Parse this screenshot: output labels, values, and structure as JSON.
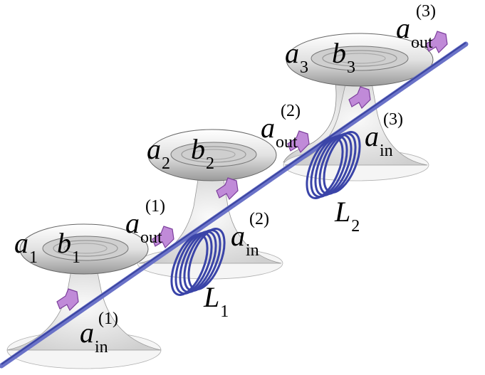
{
  "diagram": {
    "resonators": [
      {
        "mode_a": "a",
        "mode_a_index": "1",
        "mode_b": "b",
        "mode_b_index": "1",
        "input": {
          "symbol": "a",
          "sub": "in",
          "sup": "(1)"
        },
        "output": {
          "symbol": "a",
          "sub": "out",
          "sup": "(1)"
        }
      },
      {
        "mode_a": "a",
        "mode_a_index": "2",
        "mode_b": "b",
        "mode_b_index": "2",
        "input": {
          "symbol": "a",
          "sub": "in",
          "sup": "(2)"
        },
        "output": {
          "symbol": "a",
          "sub": "out",
          "sup": "(2)"
        }
      },
      {
        "mode_a": "a",
        "mode_a_index": "3",
        "mode_b": "b",
        "mode_b_index": "3",
        "input": {
          "symbol": "a",
          "sub": "in",
          "sup": "(3)"
        },
        "output": {
          "symbol": "a",
          "sub": "out",
          "sup": "(3)"
        }
      }
    ],
    "couplers": [
      {
        "symbol": "L",
        "index": "1"
      },
      {
        "symbol": "L",
        "index": "2"
      }
    ],
    "colors": {
      "fiber": "#4b55b0",
      "coil": "#3a44a8",
      "arrow": "#b47ad0",
      "torus": "#e6e6e6",
      "stand": "#efefef"
    }
  }
}
